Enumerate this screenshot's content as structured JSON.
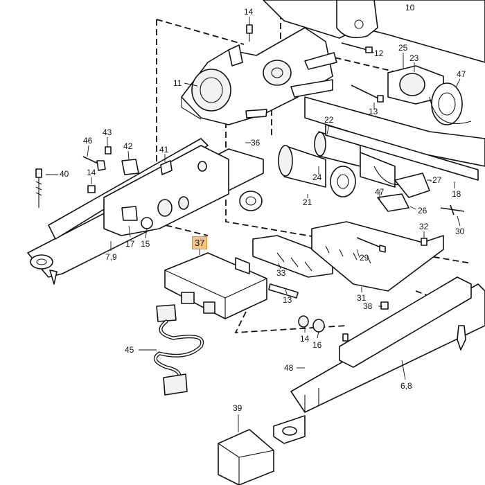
{
  "diagram": {
    "highlight_color": "#f7c483",
    "callouts": [
      {
        "id": "c10",
        "text": "10"
      },
      {
        "id": "c14a",
        "text": "14"
      },
      {
        "id": "c12",
        "text": "12"
      },
      {
        "id": "c25",
        "text": "25"
      },
      {
        "id": "c23",
        "text": "23"
      },
      {
        "id": "c47a",
        "text": "47"
      },
      {
        "id": "c11",
        "text": "11"
      },
      {
        "id": "c13a",
        "text": "13"
      },
      {
        "id": "c43",
        "text": "43"
      },
      {
        "id": "c46",
        "text": "46"
      },
      {
        "id": "c42",
        "text": "42"
      },
      {
        "id": "c36",
        "text": "36"
      },
      {
        "id": "c22",
        "text": "22"
      },
      {
        "id": "c41",
        "text": "41"
      },
      {
        "id": "c14b",
        "text": "14"
      },
      {
        "id": "c40",
        "text": "40"
      },
      {
        "id": "c24",
        "text": "24"
      },
      {
        "id": "c27",
        "text": "-27"
      },
      {
        "id": "c18",
        "text": "18"
      },
      {
        "id": "c47b",
        "text": "47"
      },
      {
        "id": "c21",
        "text": "21"
      },
      {
        "id": "c26",
        "text": "26"
      },
      {
        "id": "c30",
        "text": "30"
      },
      {
        "id": "c32",
        "text": "32"
      },
      {
        "id": "c17",
        "text": "17"
      },
      {
        "id": "c15",
        "text": "15"
      },
      {
        "id": "c79",
        "text": "7,9"
      },
      {
        "id": "c37",
        "text": "37"
      },
      {
        "id": "c29",
        "text": "29"
      },
      {
        "id": "c33",
        "text": "33"
      },
      {
        "id": "c13b",
        "text": "13"
      },
      {
        "id": "c31",
        "text": "31"
      },
      {
        "id": "c38",
        "text": "38"
      },
      {
        "id": "c14c",
        "text": "14"
      },
      {
        "id": "c16",
        "text": "16"
      },
      {
        "id": "c45",
        "text": "45"
      },
      {
        "id": "c48",
        "text": "48"
      },
      {
        "id": "c68",
        "text": "6,8"
      },
      {
        "id": "c39",
        "text": "39"
      }
    ]
  }
}
